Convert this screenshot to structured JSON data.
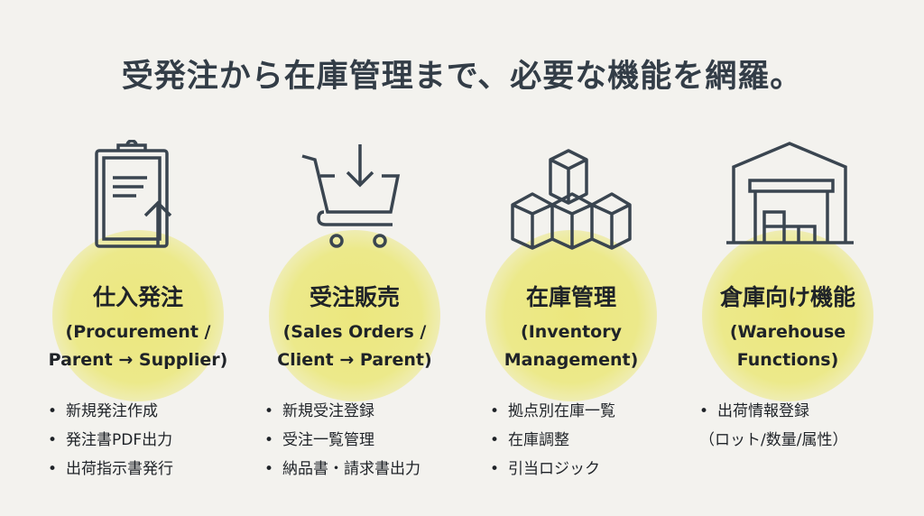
{
  "title": "受発注から在庫管理まで、必要な機能を網羅。",
  "columns": [
    {
      "icon": "clipboard-upload-icon",
      "heading": "仕入発注",
      "english": [
        "(Procurement /",
        "Parent → Supplier)"
      ],
      "items": [
        "新規発注作成",
        "発注書PDF出力",
        "出荷指示書発行"
      ]
    },
    {
      "icon": "cart-download-icon",
      "heading": "受注販売",
      "english": [
        "(Sales Orders /",
        "Client → Parent)"
      ],
      "items": [
        "新規受注登録",
        "受注一覧管理",
        "納品書・請求書出力"
      ]
    },
    {
      "icon": "stacked-boxes-icon",
      "heading": "在庫管理",
      "english": [
        "(Inventory",
        "Management)"
      ],
      "items": [
        "拠点別在庫一覧",
        "在庫調整",
        "引当ロジック"
      ]
    },
    {
      "icon": "warehouse-icon",
      "heading": "倉庫向け機能",
      "english": [
        "(Warehouse",
        "Functions)"
      ],
      "items": [
        "出荷情報登録",
        "（ロット/数量/属性）"
      ]
    }
  ]
}
